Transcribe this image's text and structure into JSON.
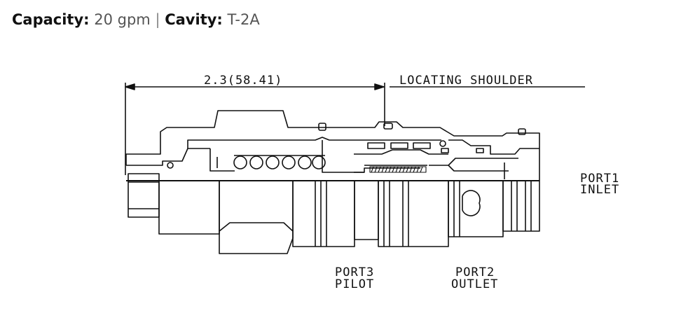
{
  "specs": {
    "capacity_label": "Capacity:",
    "capacity_value": "20 gpm",
    "separator": "|",
    "cavity_label": "Cavity:",
    "cavity_value": "T-2A"
  },
  "drawing": {
    "dimension": "2.3(58.41)",
    "locating_shoulder": "LOCATING SHOULDER",
    "port1_line1": "PORT1",
    "port1_line2": "INLET",
    "port2_line1": "PORT2",
    "port2_line2": "OUTLET",
    "port3_line1": "PORT3",
    "port3_line2": "PILOT"
  }
}
